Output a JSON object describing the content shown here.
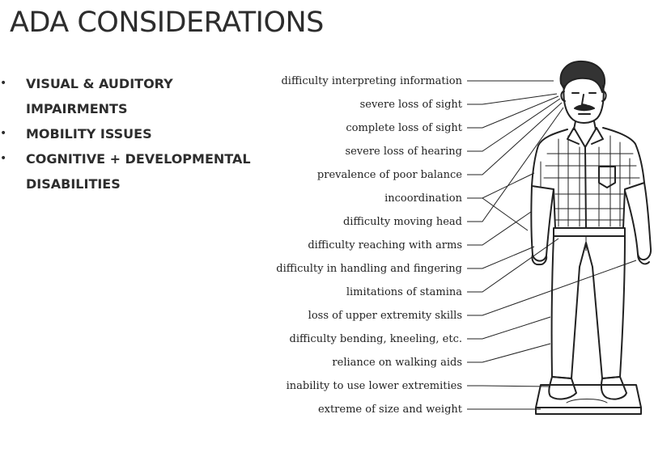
{
  "title": "ADA CONSIDERATIONS",
  "bullets": [
    "VISUAL & AUDITORY IMPAIRMENTS",
    "MOBILITY ISSUES",
    "COGNITIVE +  DEVELOPMENTAL DISABILITIES"
  ],
  "bullet_glyph": "•",
  "diagram_labels": [
    "difficulty interpreting information",
    "severe loss of sight",
    "complete loss of sight",
    "severe loss of hearing",
    "prevalence of poor balance",
    "incoordination",
    "difficulty moving head",
    "difficulty reaching with arms",
    "difficulty in handling and fingering",
    "limitations of stamina",
    "loss of upper extremity skills",
    "difficulty bending, kneeling, etc.",
    "reliance on walking aids",
    "inability to use lower extremities",
    "extreme of size and weight"
  ],
  "figure_image": "hand-drawn-man-illustration",
  "colors": {
    "text": "#2d2d2d",
    "line": "#222222"
  }
}
